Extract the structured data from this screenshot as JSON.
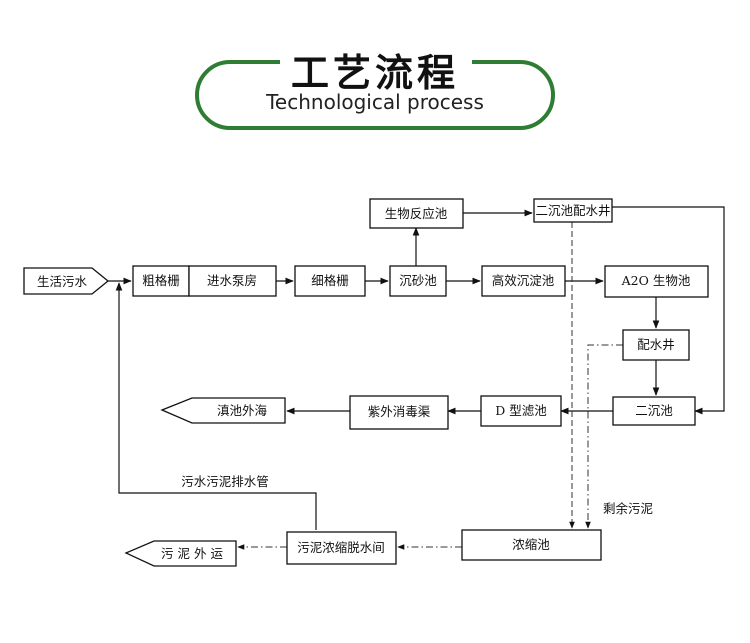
{
  "header": {
    "title_cn": "工艺流程",
    "title_en": "Technological process",
    "accent_color": "#2e7d32"
  },
  "nodes": {
    "domestic_sewage": "生活污水",
    "coarse_screen": "粗格栅",
    "intake_pump_room": "进水泵房",
    "fine_screen": "细格栅",
    "grit_chamber": "沉砂池",
    "bio_reaction_tank": "生物反应池",
    "secondary_distribution_well": "二沉池配水井",
    "high_efficiency_sedimentation": "高效沉淀池",
    "a2o_bio_tank": "A2O 生物池",
    "distribution_well": "配水井",
    "secondary_clarifier": "二沉池",
    "d_filter": "D 型滤池",
    "uv_channel": "紫外消毒渠",
    "discharge_sea": "滇池外海",
    "thickener": "浓缩池",
    "sludge_dewatering": "污泥浓缩脱水间",
    "sludge_transport": "污 泥 外 运"
  },
  "annotations": {
    "sludge_drain_pipe": "污水污泥排水管",
    "excess_sludge": "剩余污泥"
  }
}
